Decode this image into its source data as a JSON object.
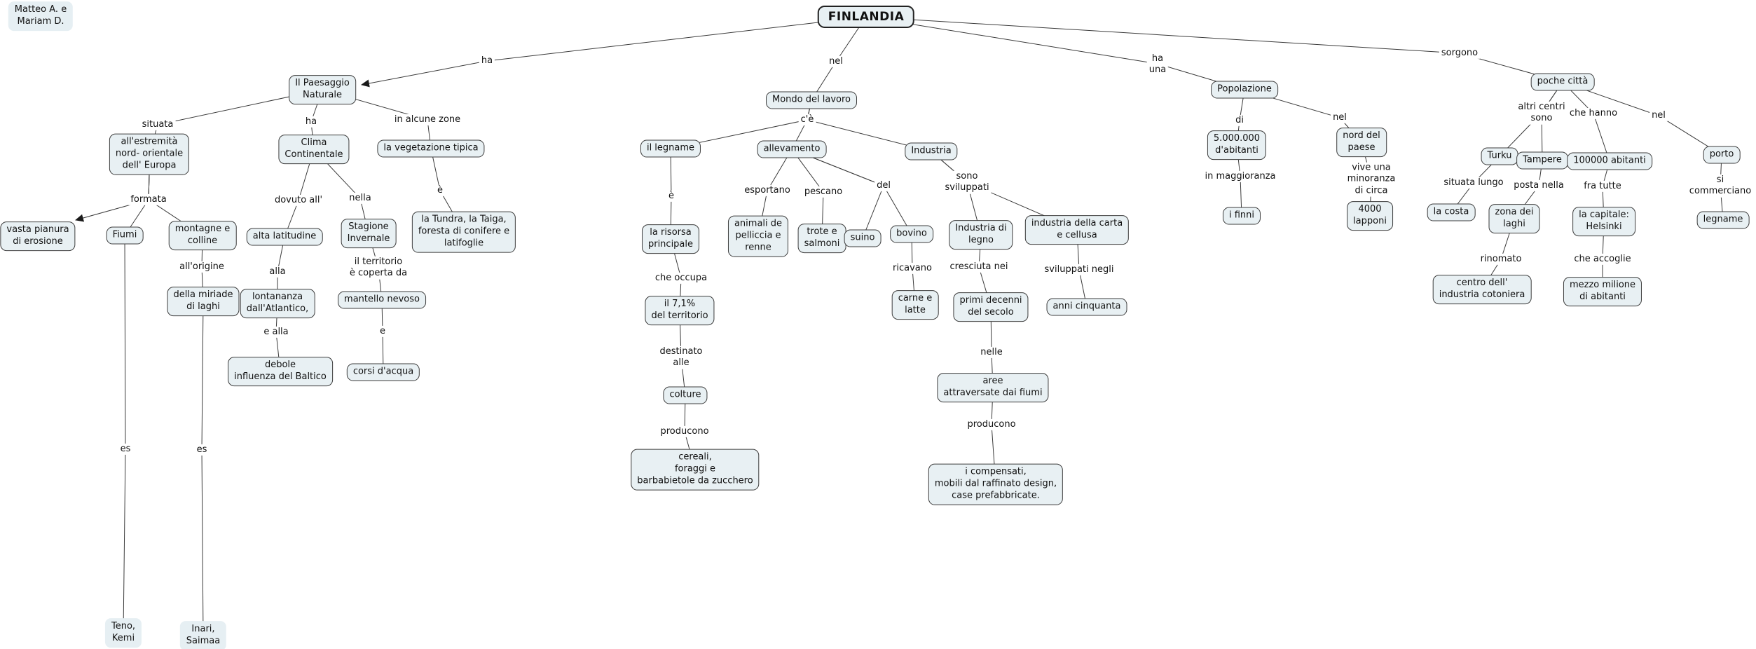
{
  "title": "FINLANDIA",
  "author_note": "Matteo A. e\nMariam D.",
  "concepts": {
    "paesaggio": "Il Paesaggio\nNaturale",
    "estremita": "all'estremità\nnord- orientale\ndell' Europa",
    "vasta_pianura": "vasta pianura\ndi erosione",
    "fiumi": "Fiumi",
    "montagne": "montagne e\ncolline",
    "clima": "Clima\nContinentale",
    "alta_latitudine": "alta latitudine",
    "miriade": "della miriade\ndi laghi",
    "lontananza": "lontananza\ndall'Atlantico,",
    "debole": "debole\ninfluenza del Baltico",
    "stagione": "Stagione\nInvernale",
    "mantello": "mantello nevoso",
    "corsi": "corsi d'acqua",
    "vegetazione": "la vegetazione tipica",
    "tundra": "la Tundra, la Taiga,\nforesta di conifere e\nlatifoglie",
    "mondo": "Mondo del lavoro",
    "il_legname": "il legname",
    "allevamento": "allevamento",
    "industria": "Industria",
    "risorsa": "la risorsa\nprincipale",
    "territorio71": "il 7,1%\ndel territorio",
    "colture": "colture",
    "cereali": "cereali,\nforaggi e\nbarbabietole da zucchero",
    "animali": "animali de\npelliccia e\nrenne",
    "trote": "trote e\nsalmoni",
    "suino": "suino",
    "bovino": "bovino",
    "carne": "carne e\nlatte",
    "industria_legno": "Industria di\nlegno",
    "carta": "industria della carta\ne cellusa",
    "primi_decenni": "primi decenni\ndel secolo",
    "anni_cinquanta": "anni cinquanta",
    "aree": "aree\nattraversate dai fiumi",
    "compensati": "i compensati,\nmobili dal raffinato design,\ncase prefabbricate.",
    "popolazione": "Popolazione",
    "cinque_milioni": "5.000.000\nd'abitanti",
    "finni": "i finni",
    "nord_paese": "nord del\npaese",
    "lapponi": "4000\nlapponi",
    "poche_citta": "poche città",
    "turku": "Turku",
    "tampere": "Tampere",
    "centomila": "100000 abitanti",
    "porto": "porto",
    "costa": "la costa",
    "zona_laghi": "zona dei\nlaghi",
    "capitale": "la capitale:\nHelsinki",
    "legname_dx": "legname",
    "cotoniera": "centro dell'\nindustria cotoniera",
    "mezzo_milione": "mezzo milione\ndi abitanti",
    "teno": "Teno,\nKemi",
    "inari": "Inari,\nSaimaa"
  },
  "labels": {
    "ha1": "ha",
    "nel1": "nel",
    "ha_una": "ha\nuna",
    "sorgono": "sorgono",
    "situata": "situata",
    "ha2": "ha",
    "in_alcune_zone": "in alcune zone",
    "formata": "formata",
    "dovuto_all": "dovuto all'",
    "nella": "nella",
    "e_veg": "è",
    "all_origine": "all'origine",
    "alla": "alla",
    "e_alla": "e alla",
    "territorio": "il territorio\nè coperta da",
    "e_mantello": "e",
    "es1": "es",
    "es2": "es",
    "ce": "c'è",
    "e_legname": "è",
    "esportano": "esportano",
    "pescano": "pescano",
    "del": "del",
    "ricavano": "ricavano",
    "sono_sviluppati": "sono\nsviluppati",
    "che_occupa": "che occupa",
    "destinato_alle": "destinato\nalle",
    "producono1": "producono",
    "cresciuta_nei": "cresciuta nei",
    "sviluppati_negli": "sviluppati negli",
    "nelle": "nelle",
    "producono2": "producono",
    "di": "di",
    "in_maggioranza": "in maggioranza",
    "nel2": "nel",
    "vive": "vive una\nminoranza\ndi circa",
    "altri_centri": "altri centri\nsono",
    "che_hanno": "che hanno",
    "nel3": "nel",
    "situata_lungo": "situata lungo",
    "posta_nella": "posta nella",
    "fra_tutte": "fra tutte",
    "si_commerciano": "si commerciano",
    "rinomato": "rinomato",
    "che_accoglie": "che accoglie"
  },
  "colors": {
    "node_fill": "#e8f0f3",
    "node_border": "#3c3c3c",
    "line": "#3a3a3a",
    "background": "#ffffff"
  }
}
